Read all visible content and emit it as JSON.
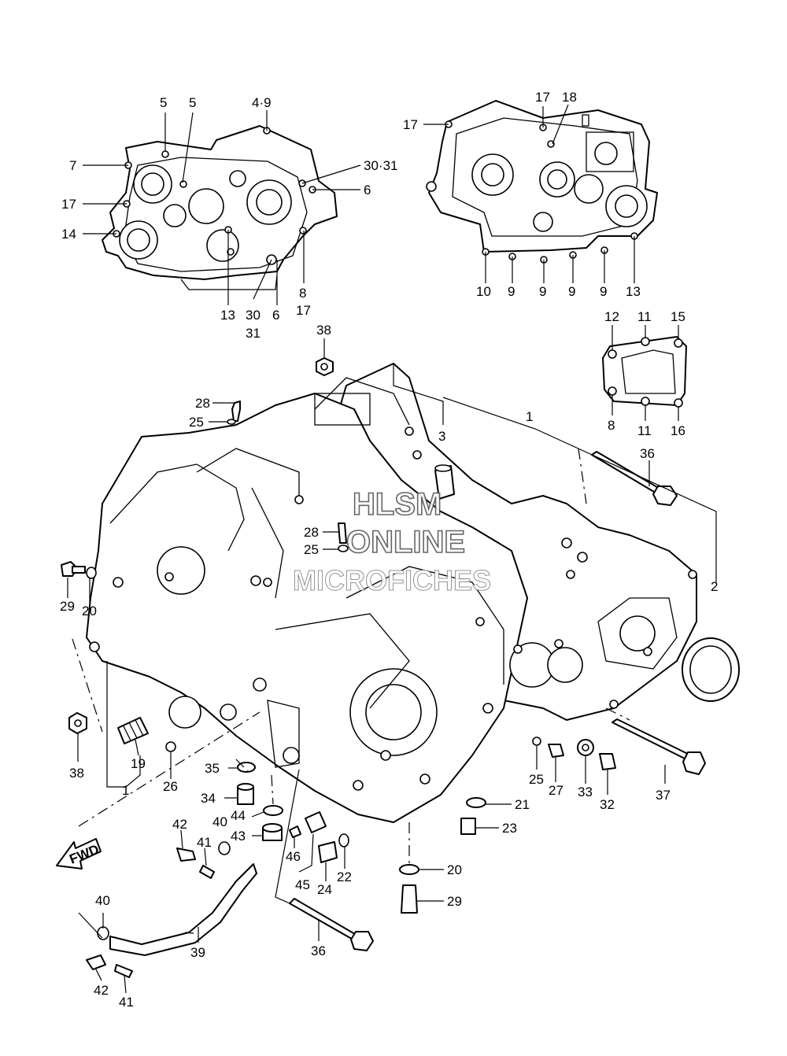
{
  "watermark": {
    "line1": "HLSM",
    "line2": "ONLINE",
    "line3": "MICROFICHES"
  },
  "direction_arrow": {
    "label": "FWD",
    "icon": "arrow-left-icon"
  },
  "callouts": [
    {
      "id": "c-5a",
      "text": "5"
    },
    {
      "id": "c-5b",
      "text": "5"
    },
    {
      "id": "c-49",
      "text": "4·9"
    },
    {
      "id": "c-7",
      "text": "7"
    },
    {
      "id": "c-17a",
      "text": "17"
    },
    {
      "id": "c-14",
      "text": "14"
    },
    {
      "id": "c-3031a",
      "text": "30·31"
    },
    {
      "id": "c-6a",
      "text": "6"
    },
    {
      "id": "c-13a",
      "text": "13"
    },
    {
      "id": "c-30",
      "text": "30"
    },
    {
      "id": "c-31",
      "text": "31"
    },
    {
      "id": "c-6b",
      "text": "6"
    },
    {
      "id": "c-8a",
      "text": "8"
    },
    {
      "id": "c-17b",
      "text": "17"
    },
    {
      "id": "c-17c",
      "text": "17"
    },
    {
      "id": "c-18",
      "text": "18"
    },
    {
      "id": "c-17d",
      "text": "17"
    },
    {
      "id": "c-10",
      "text": "10"
    },
    {
      "id": "c-9a",
      "text": "9"
    },
    {
      "id": "c-9b",
      "text": "9"
    },
    {
      "id": "c-9c",
      "text": "9"
    },
    {
      "id": "c-9d",
      "text": "9"
    },
    {
      "id": "c-13b",
      "text": "13"
    },
    {
      "id": "c-12",
      "text": "12"
    },
    {
      "id": "c-11a",
      "text": "11"
    },
    {
      "id": "c-15",
      "text": "15"
    },
    {
      "id": "c-8b",
      "text": "8"
    },
    {
      "id": "c-11b",
      "text": "11"
    },
    {
      "id": "c-16",
      "text": "16"
    },
    {
      "id": "c-38a",
      "text": "38"
    },
    {
      "id": "c-28a",
      "text": "28"
    },
    {
      "id": "c-25a",
      "text": "25"
    },
    {
      "id": "c-3",
      "text": "3"
    },
    {
      "id": "c-1a",
      "text": "1"
    },
    {
      "id": "c-36a",
      "text": "36"
    },
    {
      "id": "c-28b",
      "text": "28"
    },
    {
      "id": "c-25b",
      "text": "25"
    },
    {
      "id": "c-2",
      "text": "2"
    },
    {
      "id": "c-29a",
      "text": "29"
    },
    {
      "id": "c-20a",
      "text": "20"
    },
    {
      "id": "c-38b",
      "text": "38"
    },
    {
      "id": "c-19",
      "text": "19"
    },
    {
      "id": "c-26",
      "text": "26"
    },
    {
      "id": "c-1b",
      "text": "1"
    },
    {
      "id": "c-35",
      "text": "35"
    },
    {
      "id": "c-34",
      "text": "34"
    },
    {
      "id": "c-44",
      "text": "44"
    },
    {
      "id": "c-43",
      "text": "43"
    },
    {
      "id": "c-40a",
      "text": "40"
    },
    {
      "id": "c-42a",
      "text": "42"
    },
    {
      "id": "c-41a",
      "text": "41"
    },
    {
      "id": "c-46",
      "text": "46"
    },
    {
      "id": "c-45",
      "text": "45"
    },
    {
      "id": "c-24",
      "text": "24"
    },
    {
      "id": "c-22",
      "text": "22"
    },
    {
      "id": "c-25c",
      "text": "25"
    },
    {
      "id": "c-27",
      "text": "27"
    },
    {
      "id": "c-33",
      "text": "33"
    },
    {
      "id": "c-32",
      "text": "32"
    },
    {
      "id": "c-37",
      "text": "37"
    },
    {
      "id": "c-21",
      "text": "21"
    },
    {
      "id": "c-23",
      "text": "23"
    },
    {
      "id": "c-20b",
      "text": "20"
    },
    {
      "id": "c-29b",
      "text": "29"
    },
    {
      "id": "c-36b",
      "text": "36"
    },
    {
      "id": "c-40b",
      "text": "40"
    },
    {
      "id": "c-39",
      "text": "39"
    },
    {
      "id": "c-42b",
      "text": "42"
    },
    {
      "id": "c-41b",
      "text": "41"
    }
  ]
}
